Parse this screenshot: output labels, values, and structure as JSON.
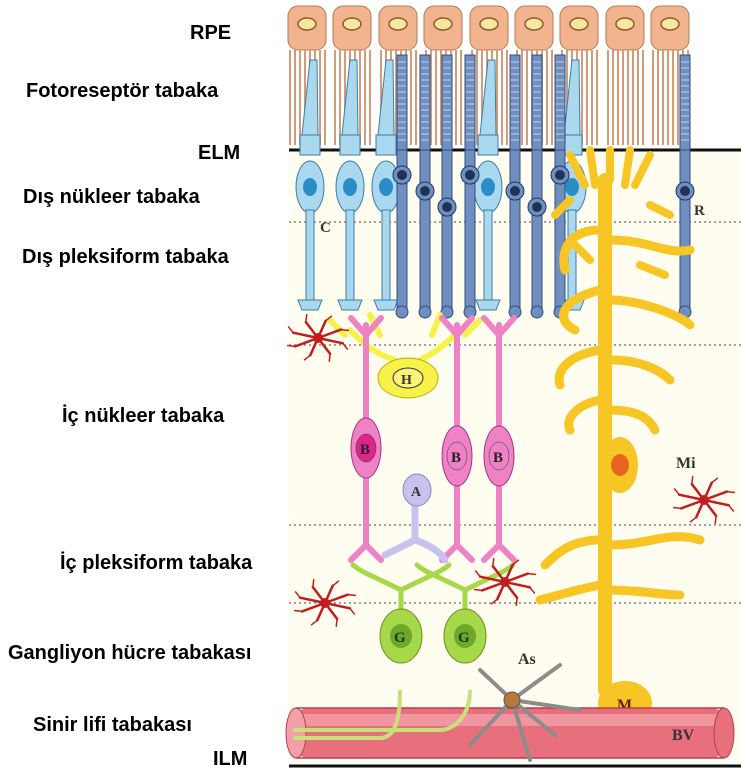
{
  "layers": {
    "rpe": "RPE",
    "photoreceptor": "Fotoreseptör tabaka",
    "elm": "ELM",
    "outer_nuclear": "Dış nükleer tabaka",
    "outer_plexiform": "Dış pleksiform tabaka",
    "inner_nuclear": "İç nükleer tabaka",
    "inner_plexiform": "İç pleksiform tabaka",
    "ganglion": "Gangliyon hücre tabakası",
    "nerve_fiber": "Sinir lifi tabakası",
    "ilm": "ILM"
  },
  "cells": {
    "cone": "C",
    "rod": "R",
    "horizontal": "H",
    "bipolar": "B",
    "amacrine": "A",
    "ganglion": "G",
    "muller": "M",
    "microglia": "Mi",
    "astrocyte": "As",
    "blood_vessel": "BV"
  },
  "colors": {
    "rpe": "#f2b38f",
    "cone": "#a9d8ef",
    "rod": "#6f8fc0",
    "horizontal": "#f7f24a",
    "bipolar": "#ee82c5",
    "amacrine": "#c7c3ee",
    "ganglion": "#a7d84a",
    "muller": "#f8c624",
    "microglia": "#c21d1d",
    "vessel": "#e8707c"
  }
}
